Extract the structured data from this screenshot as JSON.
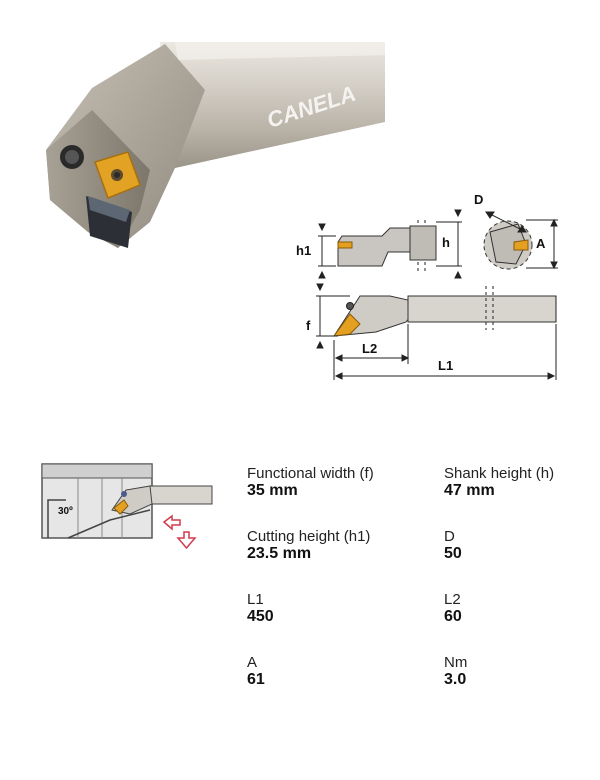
{
  "product": {
    "brand_mark": "CANELA"
  },
  "drawing": {
    "h1": "h1",
    "h": "h",
    "D": "D",
    "A": "A",
    "f": "f",
    "L2": "L2",
    "L1": "L1"
  },
  "application": {
    "angle": "30º"
  },
  "specs": [
    {
      "label": "Functional width (f)",
      "value": "35 mm"
    },
    {
      "label": "Shank height (h)",
      "value": "47 mm"
    },
    {
      "label": "Cutting height (h1)",
      "value": "23.5 mm"
    },
    {
      "label": "D",
      "value": "50"
    },
    {
      "label": "L1",
      "value": "450"
    },
    {
      "label": "L2",
      "value": "60"
    },
    {
      "label": "A",
      "value": "61"
    },
    {
      "label": "Nm",
      "value": "3.0"
    }
  ],
  "colors": {
    "metal_light": "#d6d2c9",
    "metal_dark": "#8a8479",
    "insert_gold": "#e0a21e",
    "arrow_red": "#d23a4f"
  }
}
